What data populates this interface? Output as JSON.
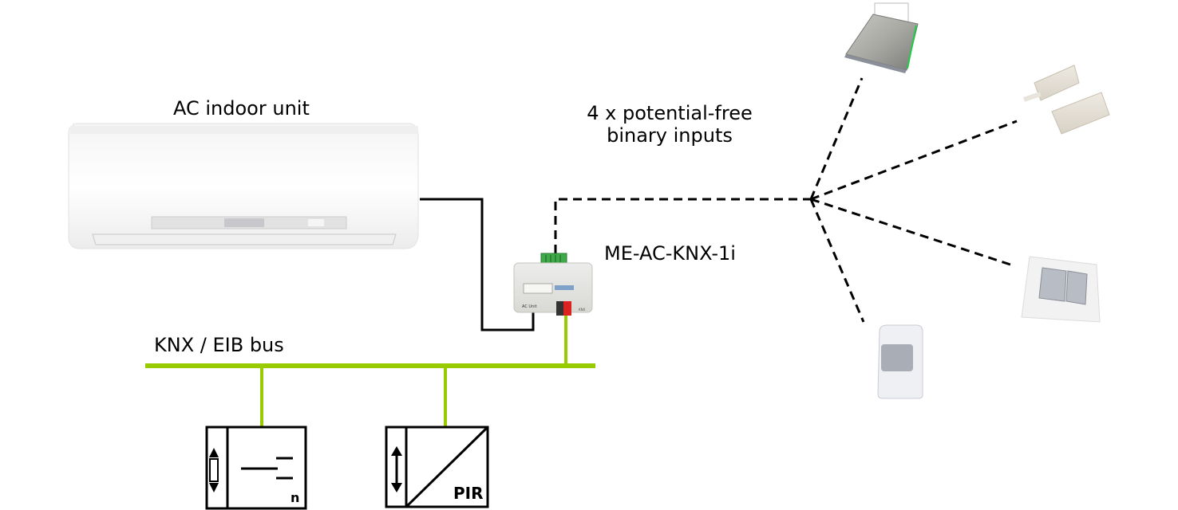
{
  "labels": {
    "ac_unit": "AC indoor unit",
    "binary_inputs_line1": "4 x potential-free",
    "binary_inputs_line2": "binary inputs",
    "interface": "ME-AC-KNX-1i",
    "bus": "KNX / EIB bus"
  },
  "interface_device": {
    "port_ac": "AC Unit",
    "port_knx": "KNX"
  },
  "knx_devices": [
    {
      "name": "binary-input-device",
      "symbol_text": "n"
    },
    {
      "name": "pir-sensor-device",
      "symbol_text": "PIR"
    }
  ],
  "field_devices": [
    {
      "name": "key-card-switch"
    },
    {
      "name": "window-contact"
    },
    {
      "name": "wall-push-button"
    },
    {
      "name": "motion-detector"
    }
  ],
  "colors": {
    "bus": "#99cc00",
    "wire": "#000000",
    "terminal_green": "#33aa44",
    "connector_red": "#dd2222",
    "connector_dark": "#333333"
  }
}
